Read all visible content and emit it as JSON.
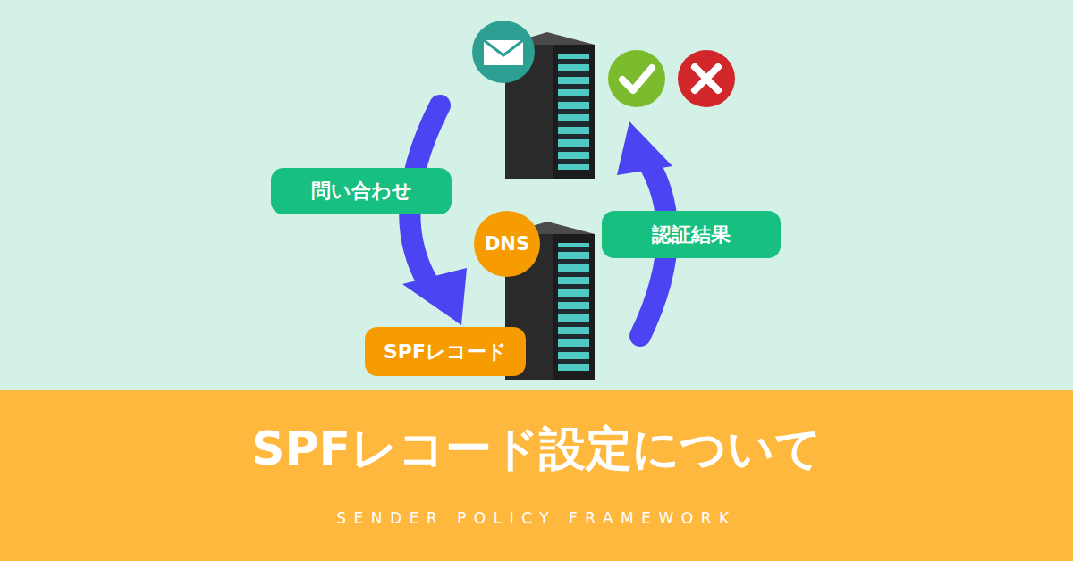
{
  "diagram": {
    "title": "SPFレコード設定について",
    "caption": "SENDER POLICY FRAMEWORK",
    "nodes": [
      {
        "text": [
          "問い合わせ"
        ]
      },
      {
        "text": [
          "認証結果"
        ]
      },
      {
        "text": [
          "DNS"
        ]
      },
      {
        "text": [
          "SPFレコード"
        ]
      }
    ]
  }
}
